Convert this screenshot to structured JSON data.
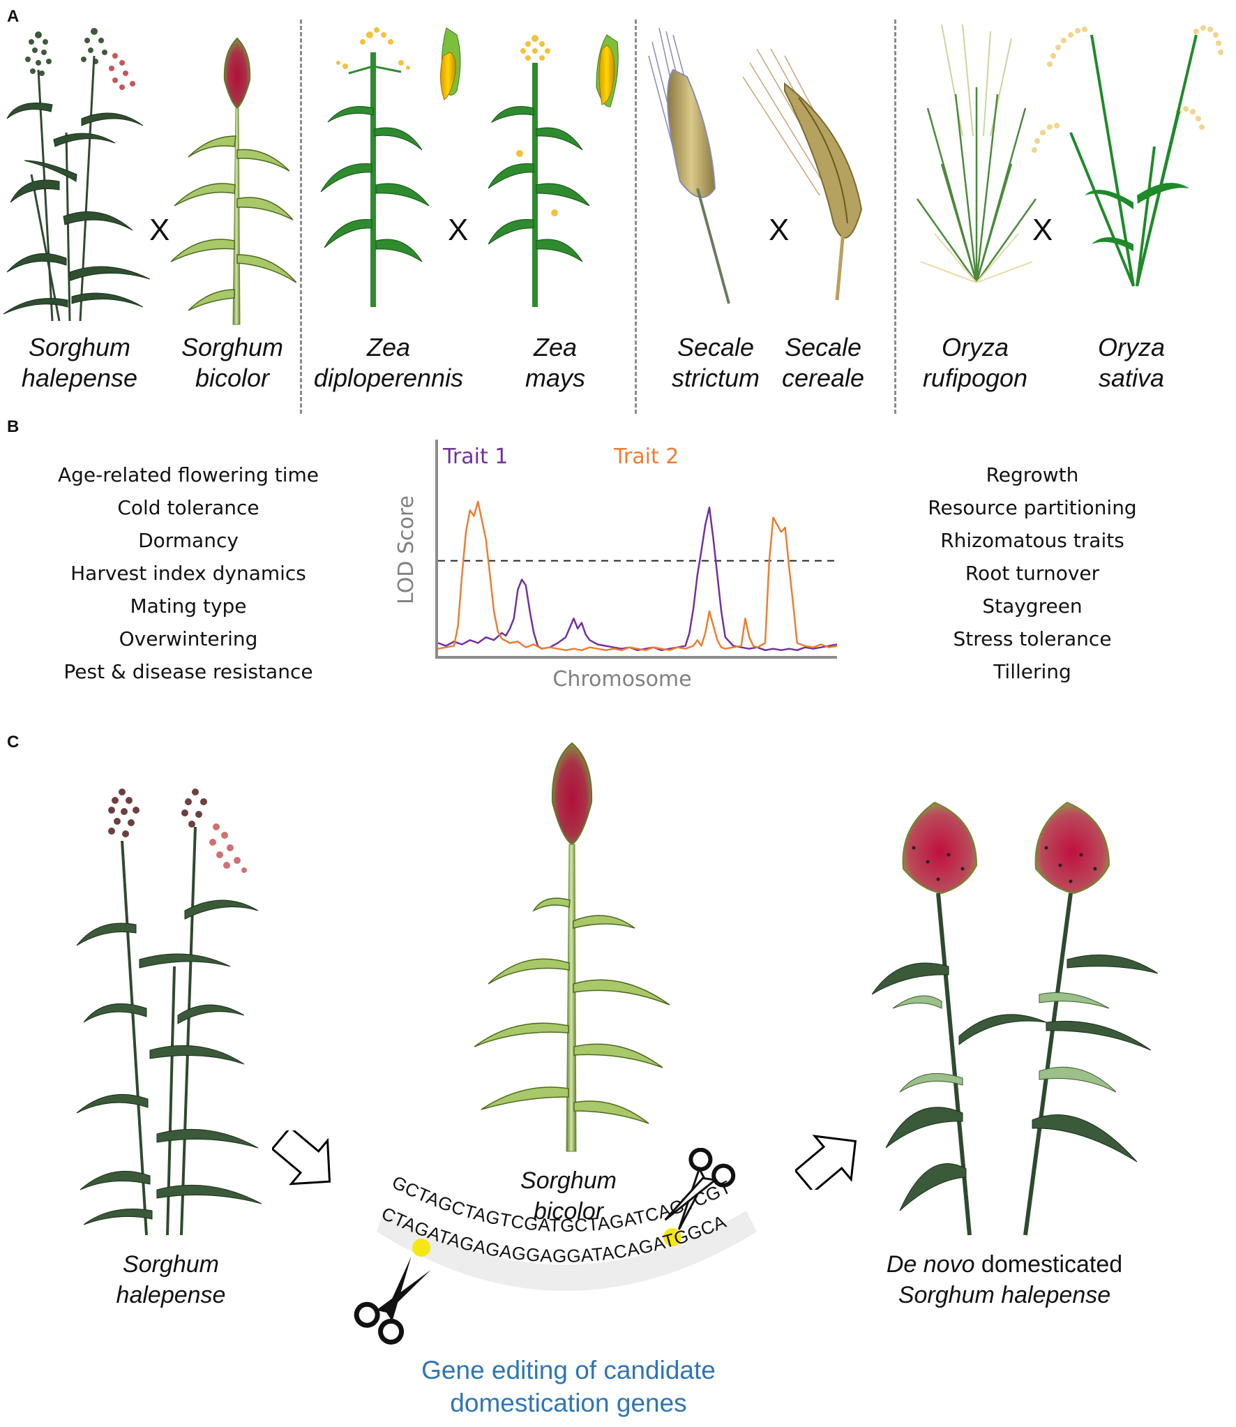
{
  "panels": {
    "a": "A",
    "b": "B",
    "c": "C"
  },
  "panel_a": {
    "cross_symbol": "X",
    "pairs": [
      {
        "left": [
          "Sorghum",
          "halepense"
        ],
        "right": [
          "Sorghum",
          "bicolor"
        ]
      },
      {
        "left": [
          "Zea",
          "diploperennis"
        ],
        "right": [
          "Zea",
          "mays"
        ]
      },
      {
        "left": [
          "Secale",
          "strictum"
        ],
        "right": [
          "Secale",
          "cereale"
        ]
      },
      {
        "left": [
          "Oryza",
          "rufipogon"
        ],
        "right": [
          "Oryza",
          "sativa"
        ]
      }
    ]
  },
  "panel_b": {
    "left_traits": [
      "Age-related flowering time",
      "Cold tolerance",
      "Dormancy",
      "Harvest index dynamics",
      "Mating type",
      "Overwintering",
      "Pest & disease resistance"
    ],
    "right_traits": [
      "Regrowth",
      "Resource partitioning",
      "Rhizomatous traits",
      "Root turnover",
      "Staygreen",
      "Stress tolerance",
      "Tillering"
    ],
    "chart_data": {
      "type": "line",
      "xlabel": "Chromosome",
      "ylabel": "LOD Score",
      "threshold": 6.5,
      "ylim": [
        0,
        12
      ],
      "xlim": [
        0,
        100
      ],
      "series": [
        {
          "name": "Trait 1",
          "color": "#7030a0",
          "x": [
            0,
            2,
            4,
            6,
            8,
            10,
            12,
            14,
            16,
            17,
            18,
            19,
            20,
            21,
            22,
            23,
            24,
            25,
            26,
            28,
            30,
            32,
            34,
            35,
            36,
            37,
            38,
            40,
            42,
            44,
            46,
            48,
            50,
            52,
            54,
            56,
            58,
            60,
            62,
            63,
            64,
            65,
            66,
            67,
            68,
            69,
            70,
            71,
            72,
            74,
            76,
            78,
            80,
            82,
            84,
            86,
            88,
            90,
            92,
            94,
            96,
            98,
            100
          ],
          "values": [
            0.8,
            0.6,
            0.9,
            0.7,
            1.0,
            0.8,
            1.2,
            1.0,
            1.5,
            1.3,
            1.8,
            2.5,
            4.5,
            5.2,
            4.8,
            3.0,
            1.5,
            0.6,
            0.4,
            0.5,
            0.8,
            1.2,
            2.5,
            1.8,
            2.2,
            1.4,
            1.0,
            0.7,
            0.6,
            0.5,
            0.4,
            0.5,
            0.3,
            0.4,
            0.5,
            0.3,
            0.4,
            0.5,
            0.6,
            1.5,
            3.2,
            5.5,
            7.2,
            9.0,
            10.2,
            8.0,
            5.5,
            3.0,
            1.2,
            0.6,
            0.5,
            0.4,
            0.5,
            0.3,
            0.4,
            0.3,
            0.4,
            0.3,
            0.5,
            0.4,
            0.5,
            0.6,
            0.7
          ]
        },
        {
          "name": "Trait 2",
          "color": "#ed7d31",
          "x": [
            0,
            2,
            4,
            5,
            6,
            7,
            8,
            9,
            10,
            11,
            12,
            13,
            14,
            15,
            16,
            18,
            20,
            22,
            24,
            26,
            28,
            30,
            32,
            34,
            36,
            38,
            40,
            42,
            44,
            46,
            48,
            50,
            52,
            54,
            56,
            58,
            60,
            62,
            64,
            65,
            66,
            67,
            68,
            69,
            70,
            71,
            72,
            74,
            76,
            77,
            78,
            79,
            80,
            82,
            83,
            84,
            85,
            86,
            87,
            88,
            89,
            90,
            92,
            94,
            96,
            98,
            100
          ],
          "values": [
            0.4,
            0.5,
            0.6,
            2.0,
            5.5,
            8.5,
            10.0,
            9.6,
            10.6,
            9.3,
            8.0,
            5.5,
            3.0,
            1.6,
            1.1,
            0.8,
            0.9,
            0.5,
            0.7,
            0.4,
            0.5,
            0.4,
            0.3,
            0.4,
            0.3,
            0.5,
            0.4,
            0.3,
            0.4,
            0.3,
            0.5,
            0.4,
            0.3,
            0.5,
            0.4,
            0.3,
            0.5,
            0.4,
            0.6,
            1.0,
            0.6,
            1.5,
            3.0,
            2.0,
            1.0,
            0.5,
            0.4,
            0.5,
            0.6,
            2.5,
            1.2,
            0.6,
            0.5,
            0.8,
            6.5,
            9.5,
            9.0,
            8.5,
            8.8,
            6.0,
            3.5,
            0.8,
            0.6,
            0.5,
            0.7,
            0.5,
            0.6
          ]
        }
      ]
    }
  },
  "panel_c": {
    "left_caption": [
      "Sorghum",
      "halepense"
    ],
    "middle_caption": [
      "Sorghum",
      "bicolor"
    ],
    "right_caption_prefix": "De novo",
    "right_caption_suffix": " domesticated",
    "right_caption_line2": "Sorghum halepense",
    "dna_top": "GCTAGCTAGTCGATGCTAGATCAGTCGT",
    "dna_bottom": "CTAGATAGAGAGGAGGATACAGATGGCA",
    "gene_editing": [
      "Gene editing of candidate",
      "domestication genes"
    ]
  }
}
